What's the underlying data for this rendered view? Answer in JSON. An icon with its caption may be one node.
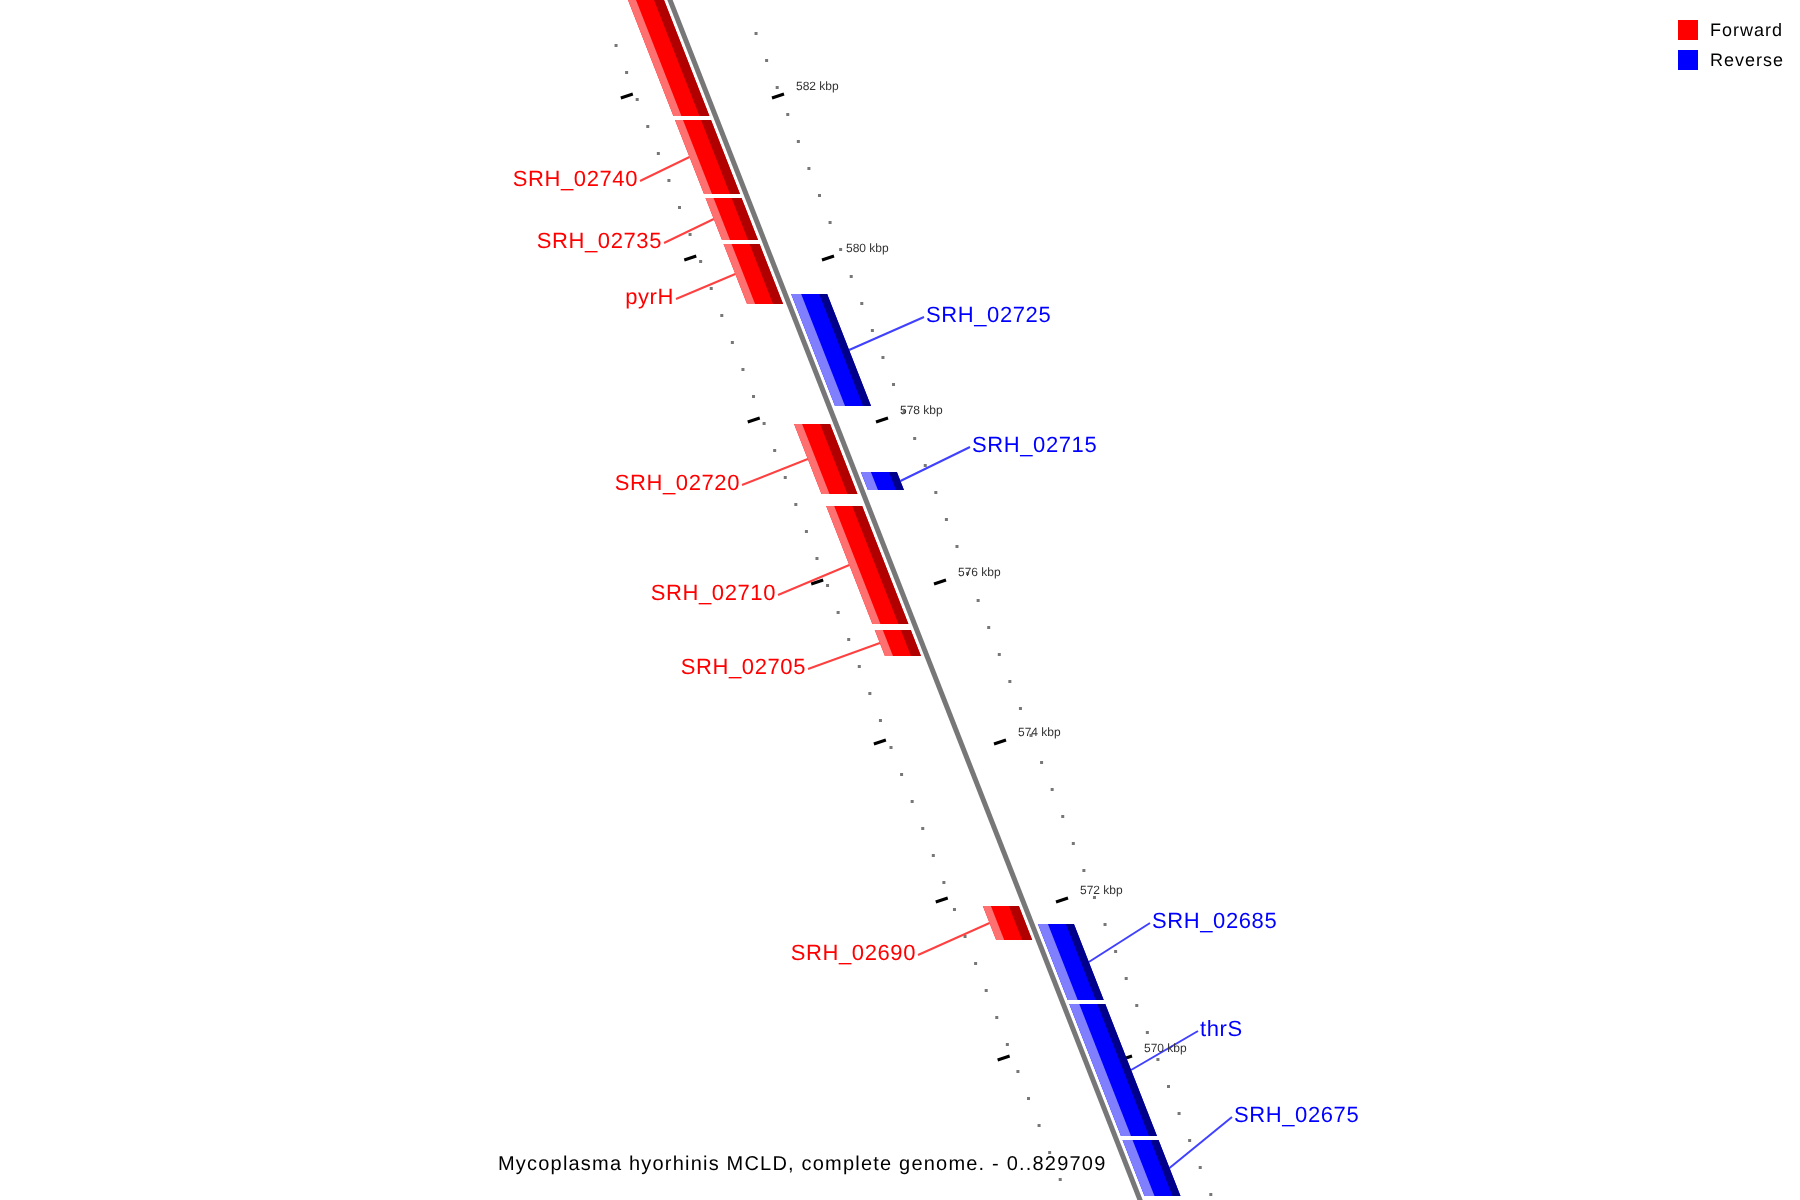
{
  "diagram": {
    "caption": "Mycoplasma hyorhinis MCLD, complete genome. - 0..829709",
    "nodes": [
      {
        "text": [],
        "shape": "bar"
      },
      {
        "text": [
          "SRH_02740"
        ]
      },
      {
        "text": [],
        "shape": "bar"
      },
      {
        "text": [
          "SRH_02735"
        ]
      },
      {
        "text": [],
        "shape": "bar"
      },
      {
        "text": [
          "pyrH"
        ]
      },
      {
        "text": [],
        "shape": "bar"
      },
      {
        "text": [
          "SRH_02725"
        ]
      },
      {
        "text": [],
        "shape": "bar"
      },
      {
        "text": [
          "SRH_02715"
        ]
      },
      {
        "text": [],
        "shape": "bar"
      },
      {
        "text": [
          "SRH_02720"
        ]
      },
      {
        "text": [],
        "shape": "bar"
      },
      {
        "text": [
          "SRH_02710"
        ]
      },
      {
        "text": [],
        "shape": "bar"
      },
      {
        "text": [
          "SRH_02705"
        ]
      },
      {
        "text": [],
        "shape": "bar"
      },
      {
        "text": [
          "SRH_02690"
        ]
      },
      {
        "text": [],
        "shape": "bar"
      },
      {
        "text": [
          "SRH_02685"
        ]
      },
      {
        "text": [],
        "shape": "bar"
      },
      {
        "text": [
          "thrS"
        ]
      },
      {
        "text": [],
        "shape": "bar"
      },
      {
        "text": [
          "SRH_02675"
        ]
      },
      {
        "text": [],
        "shape": "bar"
      }
    ],
    "edges": [
      {
        "from": 1,
        "to": 2,
        "arrow": "none"
      },
      {
        "from": 3,
        "to": 4,
        "arrow": "none"
      },
      {
        "from": 5,
        "to": 6,
        "arrow": "none"
      },
      {
        "from": 7,
        "to": 8,
        "arrow": "none",
        "color": "#4040ff"
      },
      {
        "from": 9,
        "to": 10,
        "arrow": "none",
        "color": "#4040ff"
      },
      {
        "from": 11,
        "to": 12,
        "arrow": "none"
      },
      {
        "from": 13,
        "to": 14,
        "arrow": "none"
      },
      {
        "from": 15,
        "to": 16,
        "arrow": "none"
      },
      {
        "from": 17,
        "to": 18,
        "arrow": "none"
      },
      {
        "from": 19,
        "to": 20,
        "arrow": "none",
        "color": "#4040ff"
      },
      {
        "from": 21,
        "to": 22,
        "arrow": "none",
        "color": "#4040ff"
      },
      {
        "from": 23,
        "to": 24,
        "arrow": "none",
        "color": "#4040ff"
      }
    ],
    "labels": [
      "582 kbp",
      "580 kbp",
      "578 kbp",
      "576 kbp",
      "574 kbp",
      "572 kbp",
      "570 kbp"
    ],
    "legend": [
      {
        "text": "Forward",
        "color": "#ff0000"
      },
      {
        "text": "Reverse",
        "color": "#0000ff"
      }
    ]
  }
}
